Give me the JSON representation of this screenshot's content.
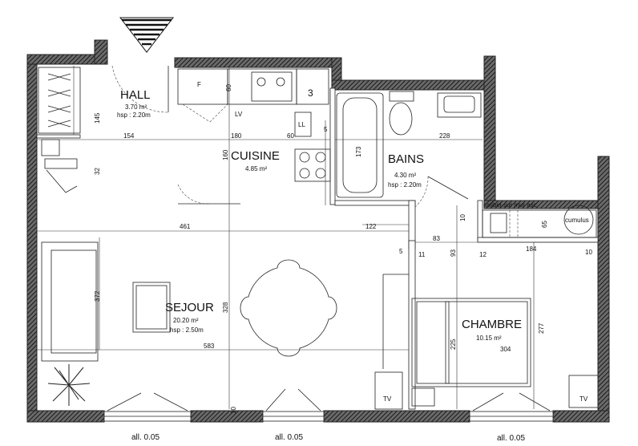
{
  "rooms": {
    "hall": {
      "name": "HALL",
      "area": "3.70 m²",
      "height": "hsp : 2.20m"
    },
    "cuisine": {
      "name": "CUISINE",
      "area": "4.85 m²"
    },
    "bains": {
      "name": "BAINS",
      "area": "4.30 m²",
      "height": "hsp : 2.20m"
    },
    "sejour": {
      "name": "SEJOUR",
      "area": "20.20 m²",
      "height": "hsp : 2.50m"
    },
    "chambre": {
      "name": "CHAMBRE",
      "area": "10.15 m²"
    }
  },
  "labels": {
    "cupboard_number": "3",
    "fridge": "F",
    "dishwasher": "LV",
    "washer": "LL",
    "calibel": "calibel sur mur asc.",
    "cumulus": "cumulus",
    "tv": "TV"
  },
  "dimensions": {
    "d145": "145",
    "d154": "154",
    "d180": "180",
    "d60a": "60",
    "d60b": "60",
    "d5a": "5",
    "d228": "228",
    "d32": "32",
    "d160": "160",
    "d173": "173",
    "d461": "461",
    "d122": "122",
    "d10a": "10",
    "d65": "65",
    "d83": "83",
    "d184": "184",
    "d10b": "10",
    "d5b": "5",
    "d11": "11",
    "d12": "12",
    "d93": "93",
    "d372": "372",
    "d328": "328",
    "d583": "583",
    "d225": "225",
    "d277": "277",
    "d304": "304",
    "d10c": "10"
  },
  "footer": {
    "win1": "all. 0.05",
    "win2": "all. 0.05",
    "win3": "all. 0.05"
  }
}
